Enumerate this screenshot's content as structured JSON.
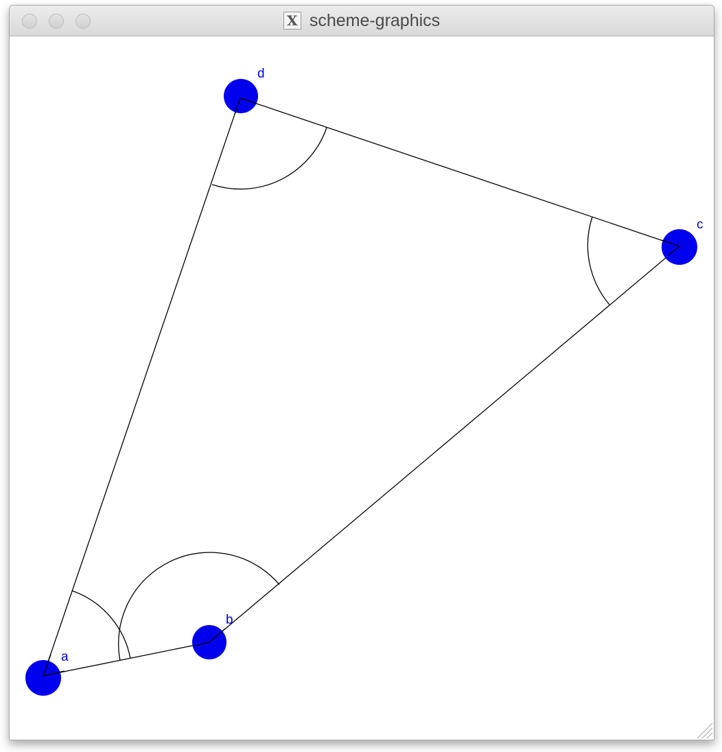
{
  "window": {
    "title": "scheme-graphics",
    "title_icon": "x11-icon"
  },
  "canvas": {
    "background": "#ffffff",
    "point_color": "#0000ee",
    "line_color": "#000000",
    "points": [
      {
        "id": "a",
        "label": "a"
      },
      {
        "id": "b",
        "label": "b"
      },
      {
        "id": "c",
        "label": "c"
      },
      {
        "id": "d",
        "label": "d"
      }
    ]
  }
}
